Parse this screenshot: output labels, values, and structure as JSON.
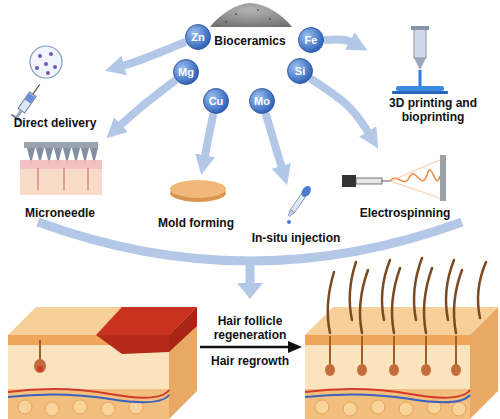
{
  "diagram": {
    "nodes": [
      {
        "text": [
          "Zn"
        ]
      },
      {
        "text": [
          "Fe"
        ]
      },
      {
        "text": [
          "Mg"
        ]
      },
      {
        "text": [
          "Si"
        ]
      },
      {
        "text": [
          "Cu"
        ]
      },
      {
        "text": [
          "Mo"
        ]
      },
      {
        "text": [
          "Direct delivery"
        ]
      },
      {
        "text": [
          "3D printing and bioprinting"
        ]
      },
      {
        "text": [
          "Microneedle"
        ]
      },
      {
        "text": [
          "Electrospinning"
        ]
      },
      {
        "text": [
          "Mold forming"
        ]
      },
      {
        "text": [
          "In-situ injection"
        ]
      }
    ],
    "edges": [
      {
        "from": 0,
        "to": 6,
        "arrow": "to"
      },
      {
        "from": 1,
        "to": 7,
        "arrow": "to"
      },
      {
        "from": 2,
        "to": 8,
        "arrow": "to"
      },
      {
        "from": 3,
        "to": 9,
        "arrow": "to"
      },
      {
        "from": 4,
        "to": 10,
        "arrow": "to"
      },
      {
        "from": 5,
        "to": 11,
        "arrow": "to"
      }
    ],
    "labels": [
      "Bioceramics",
      "Hair follicle regeneration",
      "Hair regrowth"
    ]
  }
}
